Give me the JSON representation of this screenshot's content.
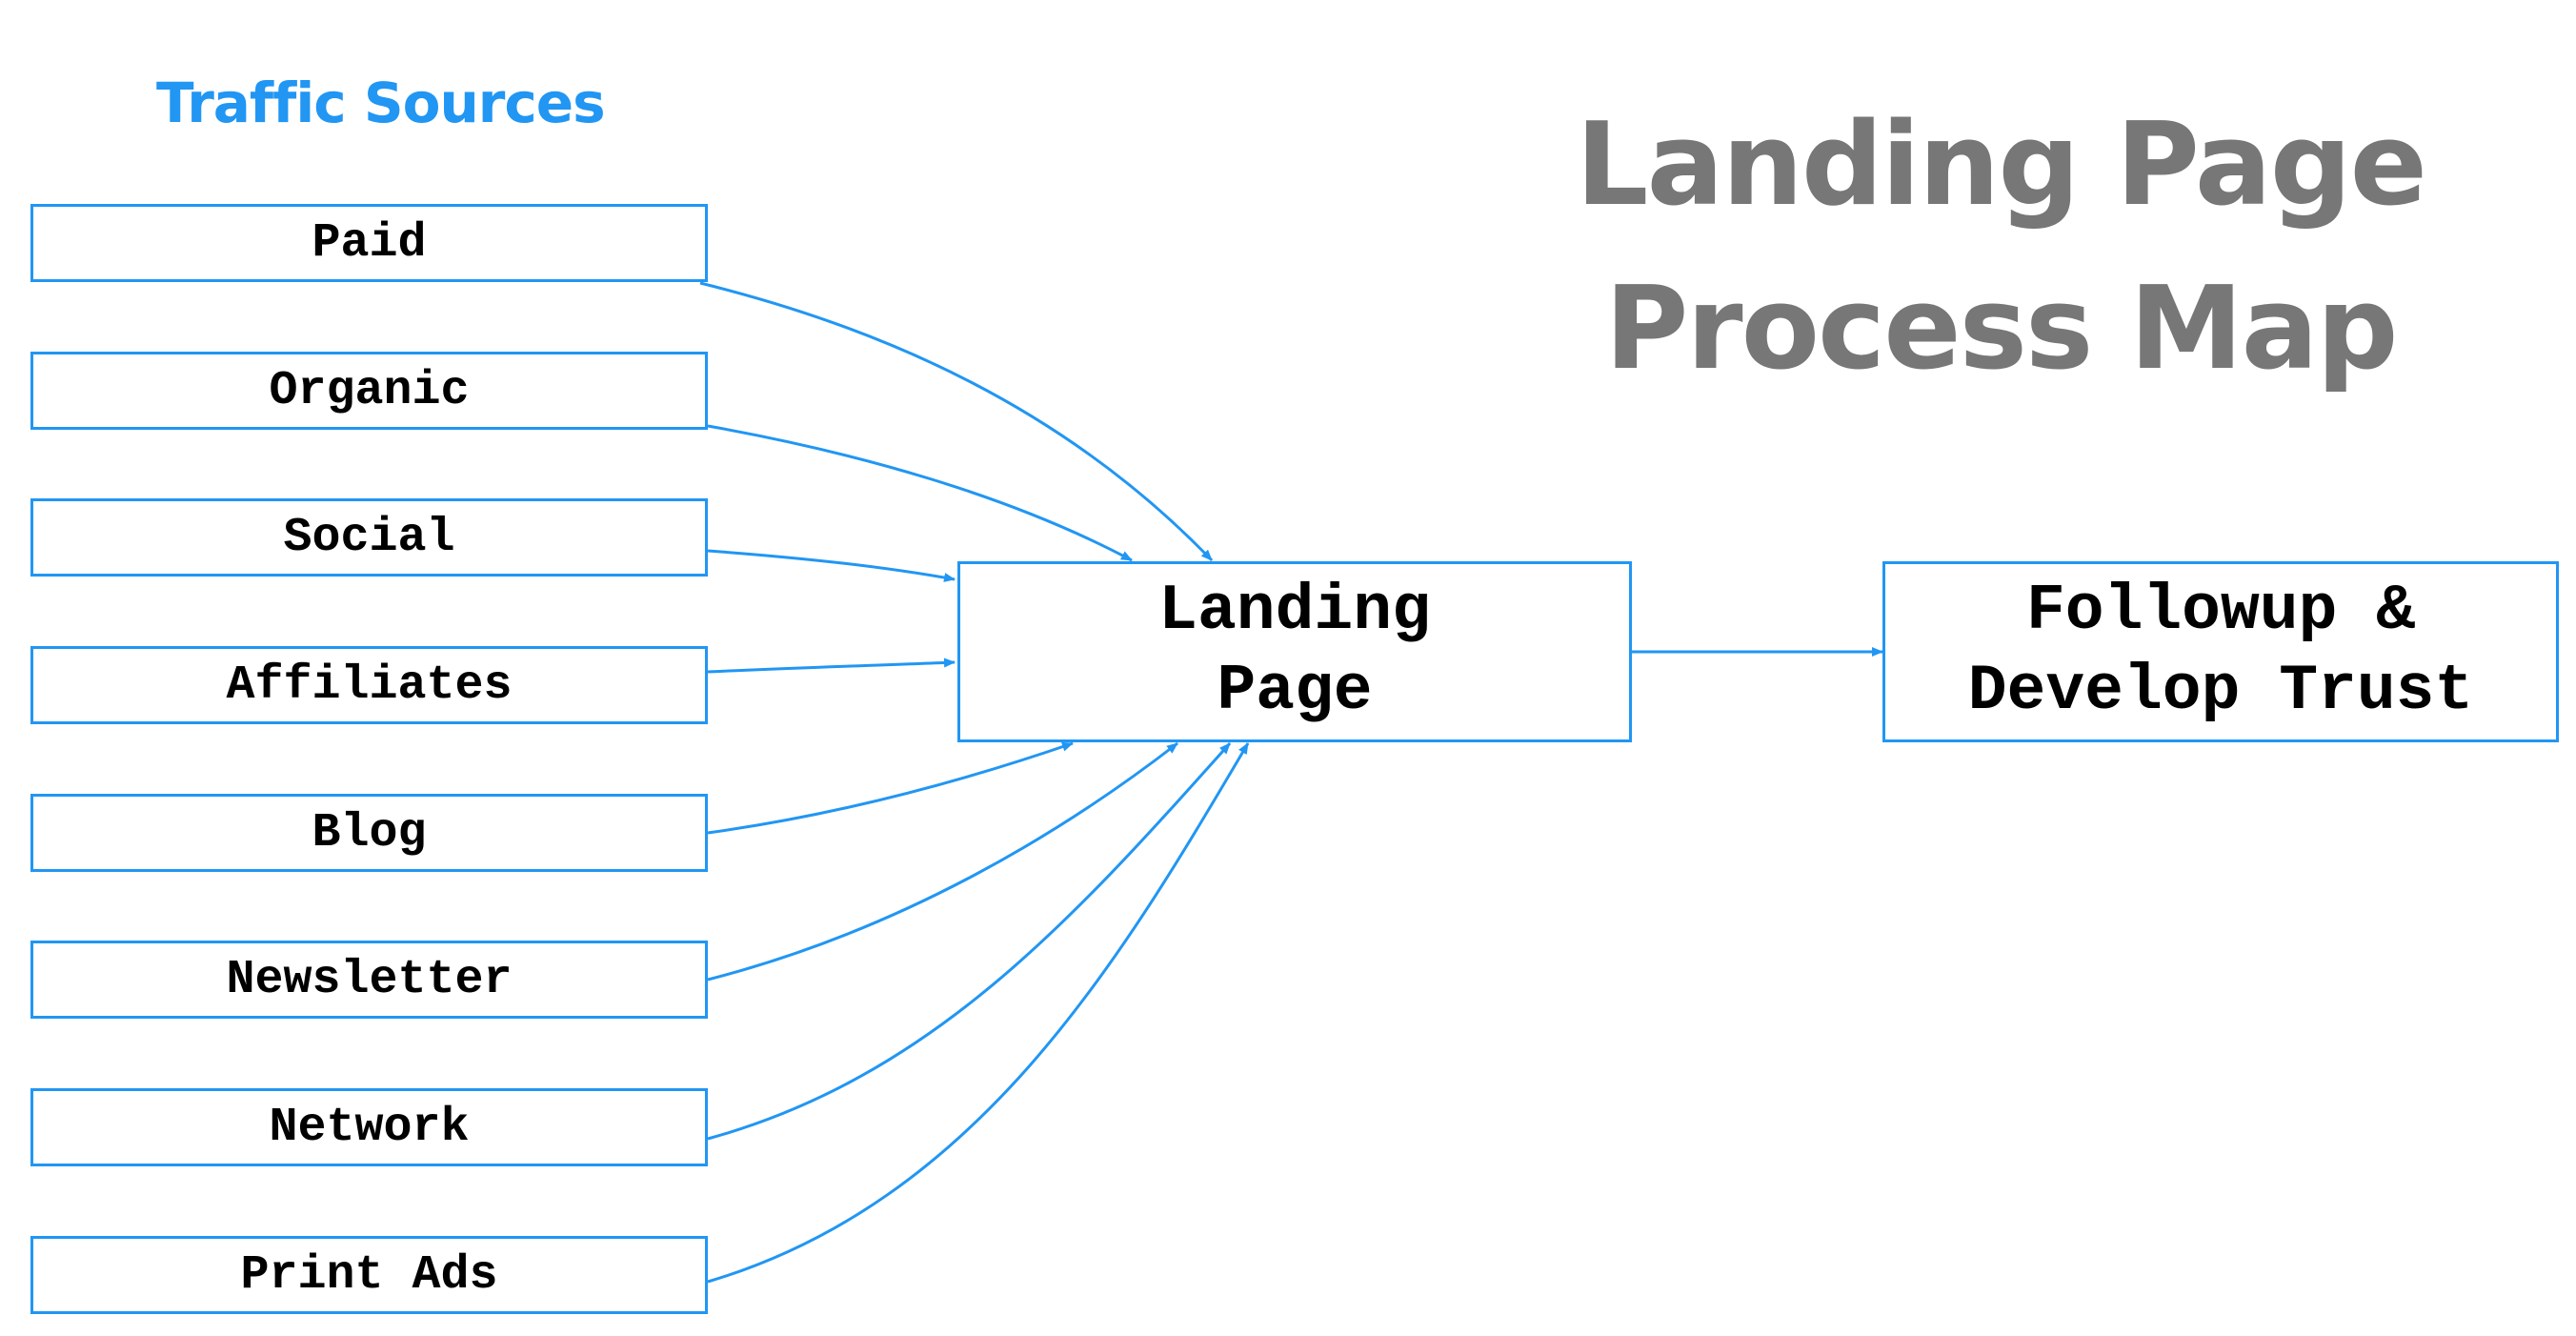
{
  "heading": "Traffic Sources",
  "title": {
    "line1": "Landing Page",
    "line2": "Process Map"
  },
  "sources": [
    "Paid",
    "Organic",
    "Social",
    "Affiliates",
    "Blog",
    "Newsletter",
    "Network",
    "Print Ads"
  ],
  "landing_page": {
    "line1": "Landing",
    "line2": "Page"
  },
  "followup": {
    "line1": "Followup &",
    "line2": "Develop Trust"
  },
  "colors": {
    "accent": "#2196F3",
    "title": "#777777",
    "text": "#000000"
  }
}
